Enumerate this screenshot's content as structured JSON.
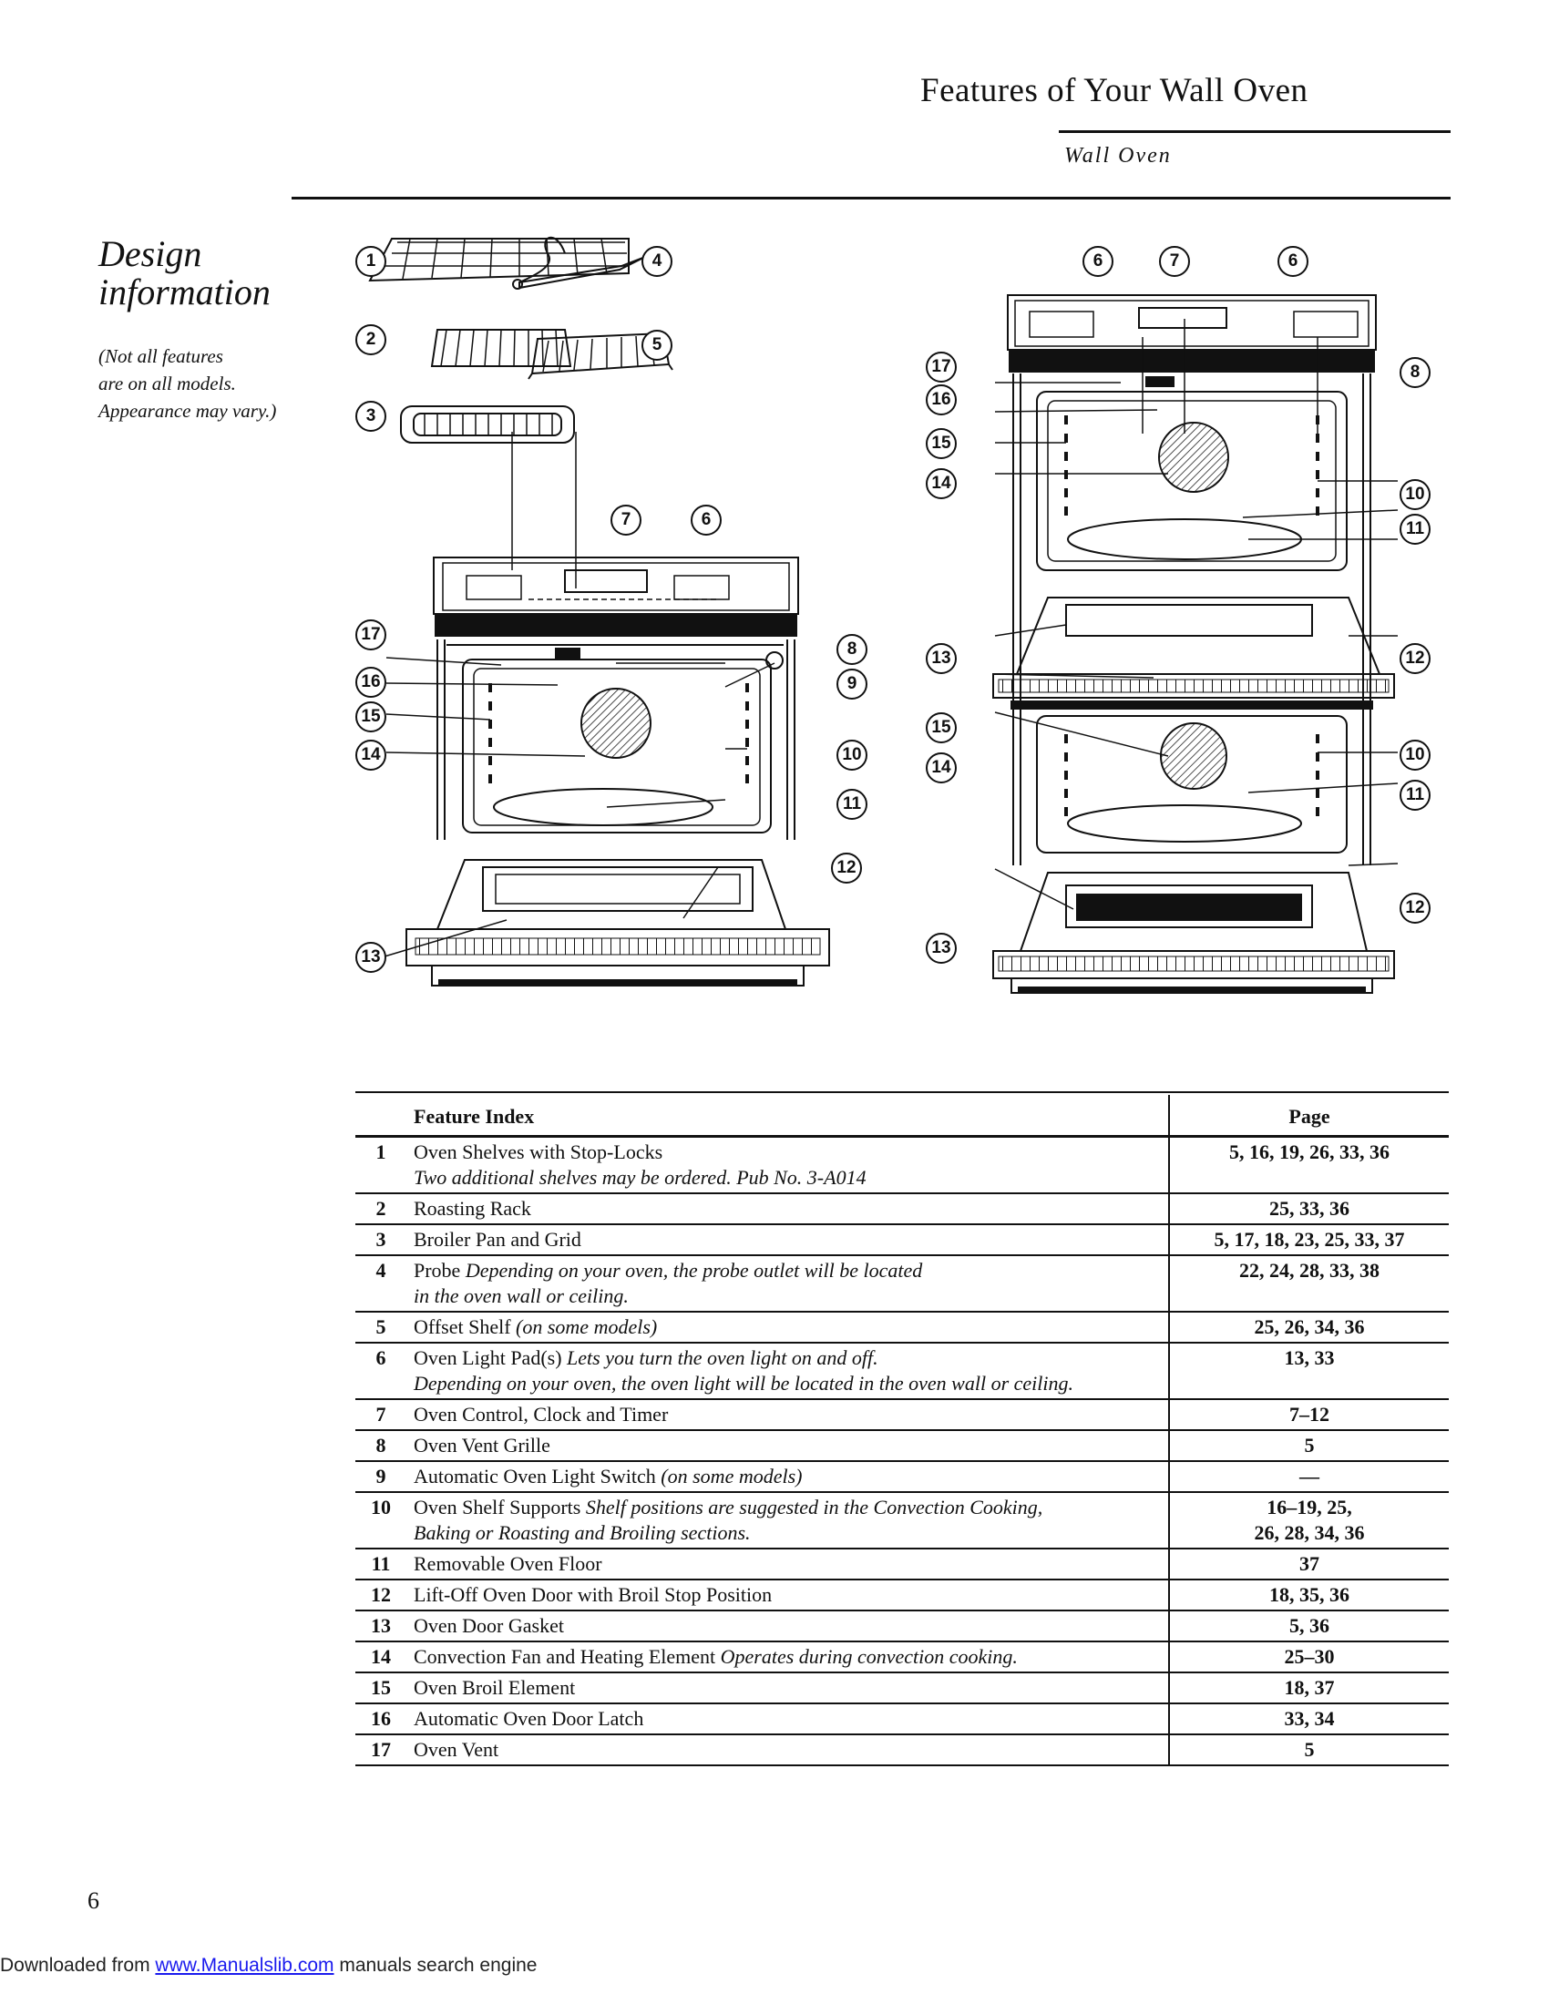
{
  "header": {
    "title": "Features of Your Wall Oven",
    "subtitle": "Wall Oven"
  },
  "design": {
    "title_line1": "Design",
    "title_line2": "information",
    "note_line1": "(Not all features",
    "note_line2": "are on all models.",
    "note_line3": "Appearance may vary.)"
  },
  "callouts": {
    "c1": "1",
    "c2": "2",
    "c3": "3",
    "c4": "4",
    "c5": "5",
    "c6": "6",
    "c7": "7",
    "c8": "8",
    "c9": "9",
    "c10": "10",
    "c11": "11",
    "c12": "12",
    "c13": "13",
    "c14": "14",
    "c15": "15",
    "c16": "16",
    "c17": "17"
  },
  "table": {
    "col_feature": "Feature Index",
    "col_page": "Page",
    "rows": [
      {
        "num": "1",
        "name": "Oven Shelves with Stop-Locks",
        "note_inline": "",
        "note": "Two additional shelves may be ordered. Pub No. 3-A014",
        "page": "5, 16, 19, 26, 33, 36",
        "page2": ""
      },
      {
        "num": "2",
        "name": "Roasting Rack",
        "note_inline": "",
        "note": "",
        "page": "25, 33, 36",
        "page2": ""
      },
      {
        "num": "3",
        "name": "Broiler Pan and Grid",
        "note_inline": "",
        "note": "",
        "page": "5, 17, 18, 23, 25, 33, 37",
        "page2": ""
      },
      {
        "num": "4",
        "name": "Probe",
        "note_inline": "Depending on your oven, the probe outlet will be located",
        "note": "in the oven wall or ceiling.",
        "page": "22, 24, 28, 33, 38",
        "page2": ""
      },
      {
        "num": "5",
        "name": "Offset Shelf",
        "note_inline": "(on some models)",
        "note": "",
        "page": "25, 26, 34, 36",
        "page2": ""
      },
      {
        "num": "6",
        "name": "Oven Light Pad(s)",
        "note_inline": "Lets you turn the oven light on and off.",
        "note": "Depending on your oven, the oven light will be located in the oven wall or ceiling.",
        "page": "13, 33",
        "page2": ""
      },
      {
        "num": "7",
        "name": "Oven Control, Clock and Timer",
        "note_inline": "",
        "note": "",
        "page": "7–12",
        "page2": ""
      },
      {
        "num": "8",
        "name": "Oven Vent Grille",
        "note_inline": "",
        "note": "",
        "page": "5",
        "page2": ""
      },
      {
        "num": "9",
        "name": "Automatic Oven Light Switch",
        "note_inline": "(on some models)",
        "note": "",
        "page": "—",
        "page2": ""
      },
      {
        "num": "10",
        "name": "Oven Shelf Supports",
        "note_inline": "Shelf positions are suggested in the Convection Cooking,",
        "note": "Baking or Roasting and Broiling sections.",
        "page": "16–19, 25,",
        "page2": "26, 28, 34, 36"
      },
      {
        "num": "11",
        "name": "Removable Oven Floor",
        "note_inline": "",
        "note": "",
        "page": "37",
        "page2": ""
      },
      {
        "num": "12",
        "name": "Lift-Off Oven Door with Broil Stop Position",
        "note_inline": "",
        "note": "",
        "page": "18, 35, 36",
        "page2": ""
      },
      {
        "num": "13",
        "name": "Oven Door Gasket",
        "note_inline": "",
        "note": "",
        "page": "5, 36",
        "page2": ""
      },
      {
        "num": "14",
        "name": "Convection Fan and Heating Element",
        "note_inline": "Operates during convection cooking.",
        "note": "",
        "page": "25–30",
        "page2": ""
      },
      {
        "num": "15",
        "name": "Oven Broil Element",
        "note_inline": "",
        "note": "",
        "page": "18, 37",
        "page2": ""
      },
      {
        "num": "16",
        "name": "Automatic Oven Door Latch",
        "note_inline": "",
        "note": "",
        "page": "33, 34",
        "page2": ""
      },
      {
        "num": "17",
        "name": "Oven Vent",
        "note_inline": "",
        "note": "",
        "page": "5",
        "page2": ""
      }
    ]
  },
  "page_number": "6",
  "footer": {
    "prefix": "Downloaded from ",
    "link": "www.Manualslib.com",
    "suffix": " manuals search engine"
  }
}
